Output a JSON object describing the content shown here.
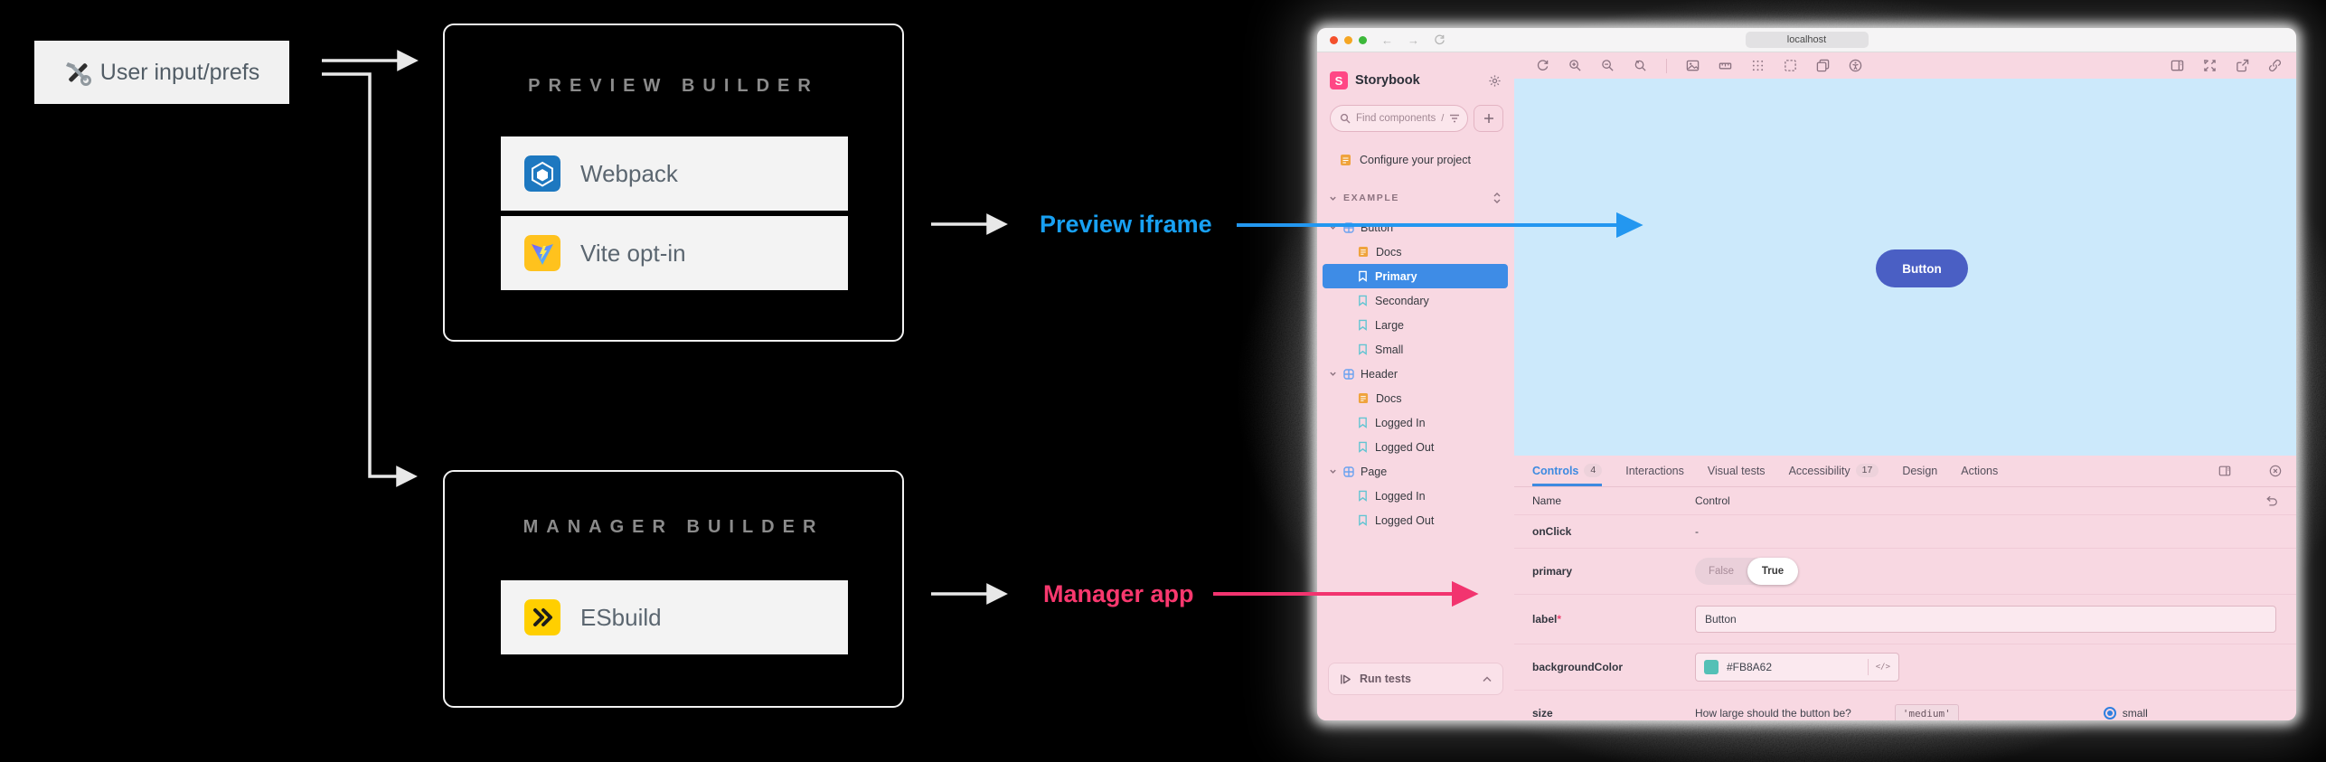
{
  "diagram": {
    "user_input": {
      "label": "User input/prefs",
      "icon": "hammer-wrench-icon"
    },
    "preview_builder": {
      "title": "PREVIEW BUILDER",
      "items": [
        {
          "label": "Webpack",
          "icon": "webpack-logo",
          "icon_color": "#1d78c0"
        },
        {
          "label": "Vite opt-in",
          "icon": "vite-logo",
          "icon_color": "#ffc21d"
        }
      ]
    },
    "manager_builder": {
      "title": "MANAGER BUILDER",
      "items": [
        {
          "label": "ESbuild",
          "icon": "esbuild-logo",
          "icon_color": "#ffcf00"
        }
      ]
    },
    "annotations": {
      "preview": {
        "label": "Preview iframe",
        "color": "#18A0F2"
      },
      "manager": {
        "label": "Manager app",
        "color": "#F8386E"
      }
    }
  },
  "browser": {
    "url": "localhost",
    "window_controls": [
      "close",
      "minimize",
      "maximize"
    ]
  },
  "storybook": {
    "brand": "Storybook",
    "brand_initial": "S",
    "brand_color": "#FF4785",
    "search": {
      "placeholder": "Find components",
      "shortcut": "/"
    },
    "configure_item": "Configure your project",
    "section_header": "EXAMPLE",
    "tree": [
      {
        "type": "component",
        "label": "Button"
      },
      {
        "type": "docs",
        "label": "Docs"
      },
      {
        "type": "story",
        "label": "Primary",
        "selected": true
      },
      {
        "type": "story",
        "label": "Secondary"
      },
      {
        "type": "story",
        "label": "Large"
      },
      {
        "type": "story",
        "label": "Small"
      },
      {
        "type": "component",
        "label": "Header"
      },
      {
        "type": "docs",
        "label": "Docs"
      },
      {
        "type": "story",
        "label": "Logged In"
      },
      {
        "type": "story",
        "label": "Logged Out"
      },
      {
        "type": "component",
        "label": "Page"
      },
      {
        "type": "story",
        "label": "Logged In"
      },
      {
        "type": "story",
        "label": "Logged Out"
      }
    ],
    "run_tests_label": "Run tests",
    "toolbar_icons": {
      "left": [
        "remount",
        "zoom-in",
        "zoom-out",
        "zoom-reset",
        "backgrounds",
        "measure",
        "grid",
        "outline",
        "viewport",
        "accessibility"
      ],
      "right": [
        "panel-position",
        "fullscreen",
        "open-external",
        "copy-link"
      ]
    },
    "canvas": {
      "button_label": "Button",
      "background": "#CCE9FB",
      "button_color": "#4A5FC4"
    },
    "panel": {
      "tabs": [
        {
          "label": "Controls",
          "badge": "4",
          "active": true
        },
        {
          "label": "Interactions"
        },
        {
          "label": "Visual tests"
        },
        {
          "label": "Accessibility",
          "badge": "17"
        },
        {
          "label": "Design"
        },
        {
          "label": "Actions"
        }
      ],
      "table": {
        "name_header": "Name",
        "control_header": "Control",
        "rows": [
          {
            "name": "onClick",
            "value": "-"
          },
          {
            "name": "primary",
            "control": "toggle",
            "options": [
              "False",
              "True"
            ],
            "selected": "True"
          },
          {
            "name": "label",
            "required": "*",
            "value": "Button"
          },
          {
            "name": "backgroundColor",
            "value": "#FB8A62",
            "swatch_color": "#54C0B6"
          },
          {
            "name": "size",
            "description": "How large should the button be?",
            "default_chip": "'medium'",
            "radio_selected": "small"
          }
        ]
      }
    }
  }
}
